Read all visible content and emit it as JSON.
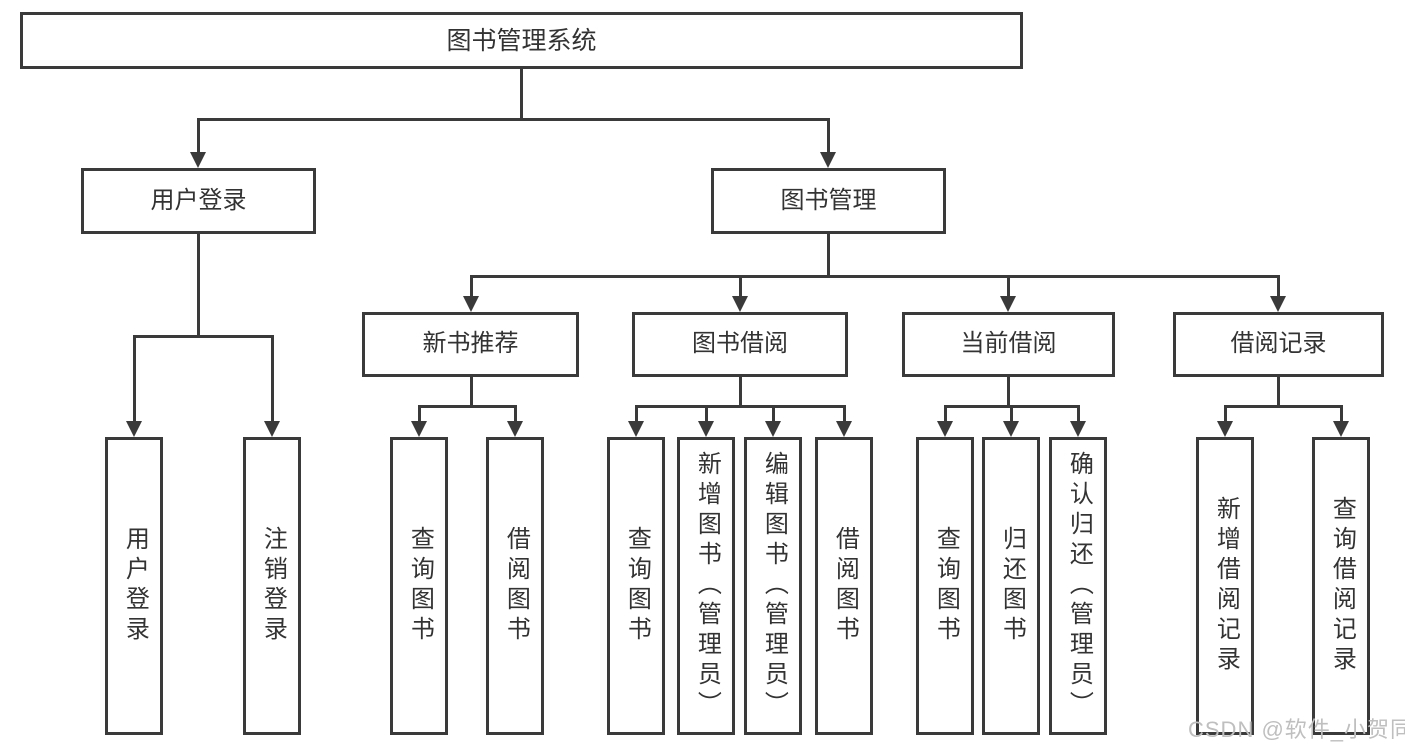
{
  "diagram": {
    "root": {
      "label": "图书管理系统"
    },
    "level1": [
      {
        "label": "用户登录"
      },
      {
        "label": "图书管理"
      }
    ],
    "level2": [
      {
        "label": "新书推荐",
        "parent": "图书管理"
      },
      {
        "label": "图书借阅",
        "parent": "图书管理"
      },
      {
        "label": "当前借阅",
        "parent": "图书管理"
      },
      {
        "label": "借阅记录",
        "parent": "图书管理"
      }
    ],
    "leaves": [
      {
        "label": "用户登录",
        "parent": "用户登录"
      },
      {
        "label": "注销登录",
        "parent": "用户登录"
      },
      {
        "label": "查询图书",
        "parent": "新书推荐"
      },
      {
        "label": "借阅图书",
        "parent": "新书推荐"
      },
      {
        "label": "查询图书",
        "parent": "图书借阅"
      },
      {
        "label": "新增图书（管理员）",
        "parent": "图书借阅"
      },
      {
        "label": "编辑图书（管理员）",
        "parent": "图书借阅"
      },
      {
        "label": "借阅图书",
        "parent": "图书借阅"
      },
      {
        "label": "查询图书",
        "parent": "当前借阅"
      },
      {
        "label": "归还图书",
        "parent": "当前借阅"
      },
      {
        "label": "确认归还（管理员）",
        "parent": "当前借阅"
      },
      {
        "label": "新增借阅记录",
        "parent": "借阅记录"
      },
      {
        "label": "查询借阅记录",
        "parent": "借阅记录"
      }
    ]
  },
  "watermark": {
    "text": "CSDN @软件_小贺同学"
  },
  "colors": {
    "line": "#3a3a3a",
    "text": "#333333",
    "watermark": "#bfbfbf",
    "background": "#ffffff"
  }
}
